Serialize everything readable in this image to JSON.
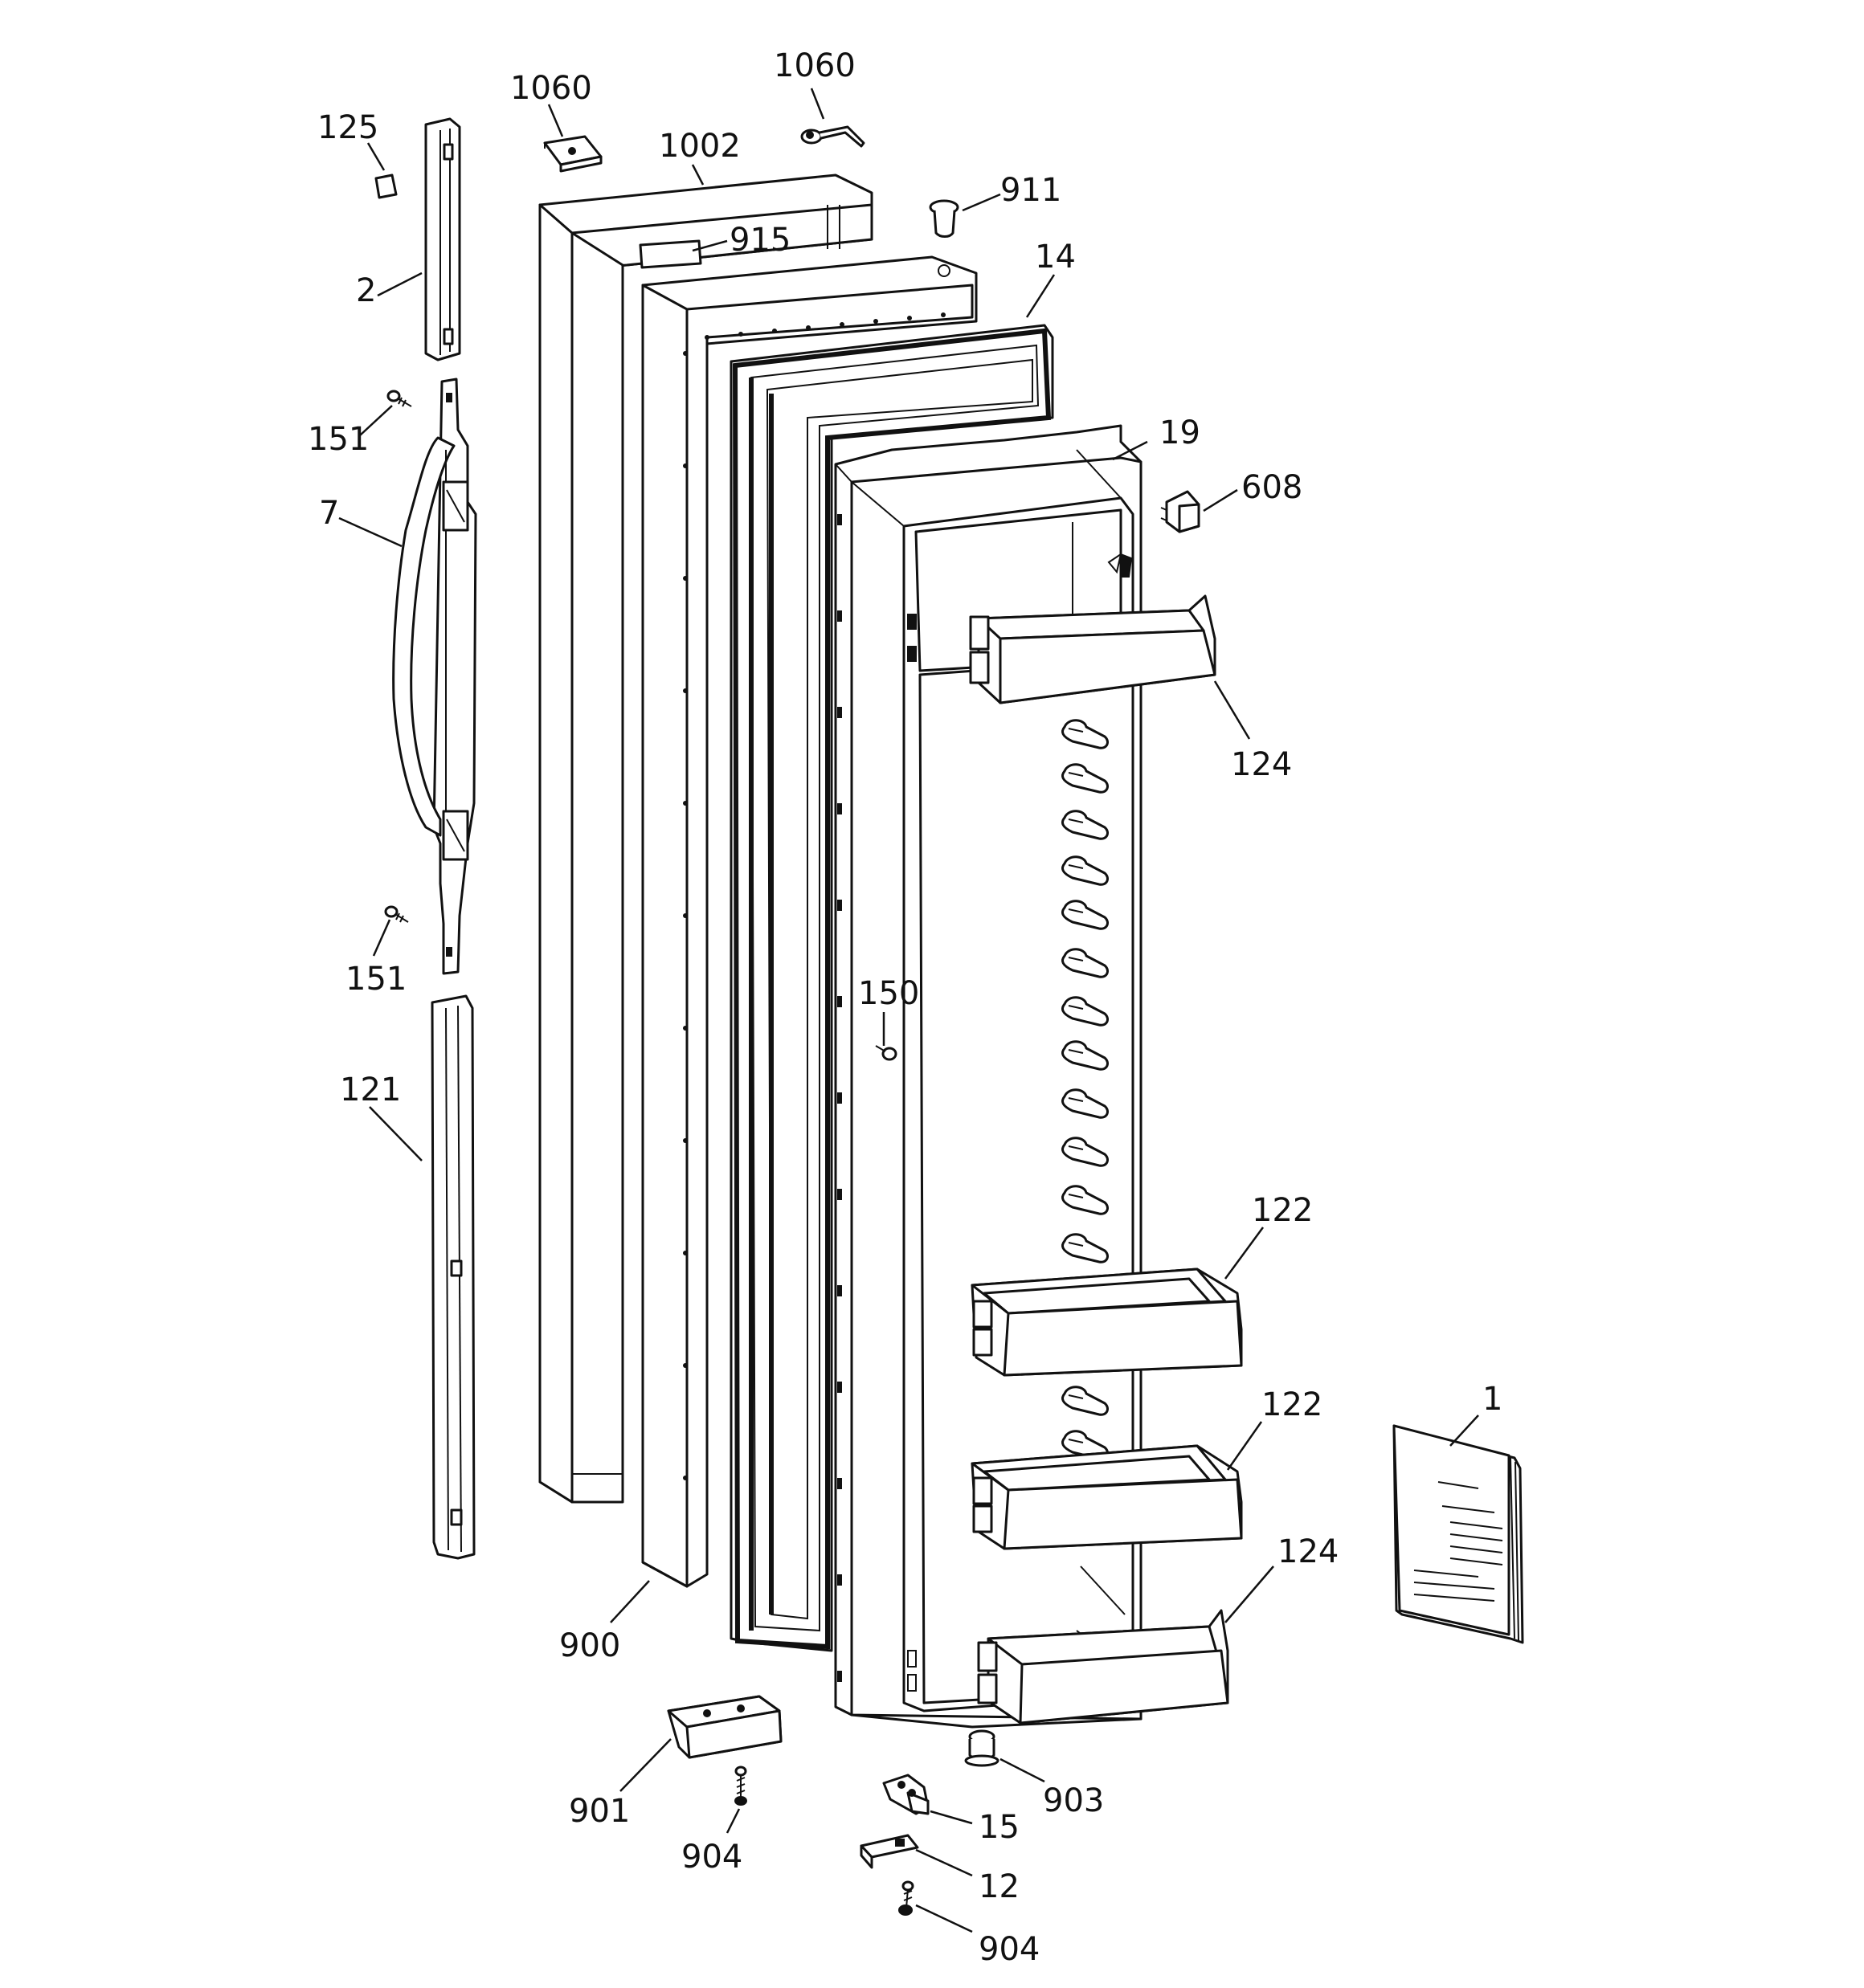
{
  "labels": {
    "l125": "125",
    "l1060a": "1060",
    "l1060b": "1060",
    "l1002": "1002",
    "l911": "911",
    "l915": "915",
    "l2": "2",
    "l14": "14",
    "l151a": "151",
    "l19": "19",
    "l608": "608",
    "l7": "7",
    "l124a": "124",
    "l151b": "151",
    "l150": "150",
    "l121": "121",
    "l122a": "122",
    "l122b": "122",
    "l1": "1",
    "l124b": "124",
    "l900": "900",
    "l903": "903",
    "l901": "901",
    "l15": "15",
    "l904a": "904",
    "l12": "12",
    "l904b": "904"
  }
}
